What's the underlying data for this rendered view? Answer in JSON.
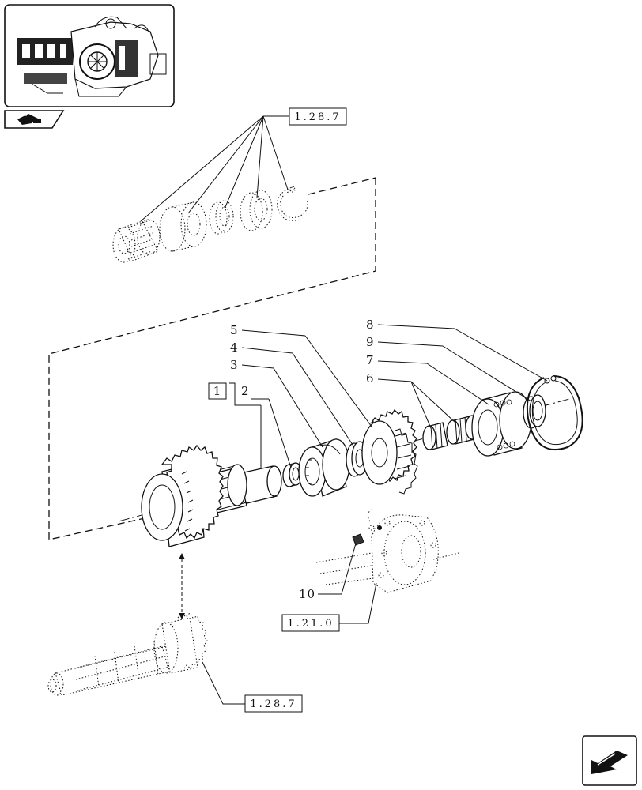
{
  "overview_icon": "tractor-transmission-overview",
  "nav_icon": "tractor-icon",
  "next_icon": "next-page-arrow-icon",
  "refs": {
    "top": "1.28.7",
    "bottom": "1.28.7",
    "housing": "1.21.0"
  },
  "callouts": {
    "c1": "1",
    "c2": "2",
    "c3": "3",
    "c4": "4",
    "c5": "5",
    "c6": "6",
    "c7": "7",
    "c8": "8",
    "c9": "9",
    "c10": "10"
  }
}
